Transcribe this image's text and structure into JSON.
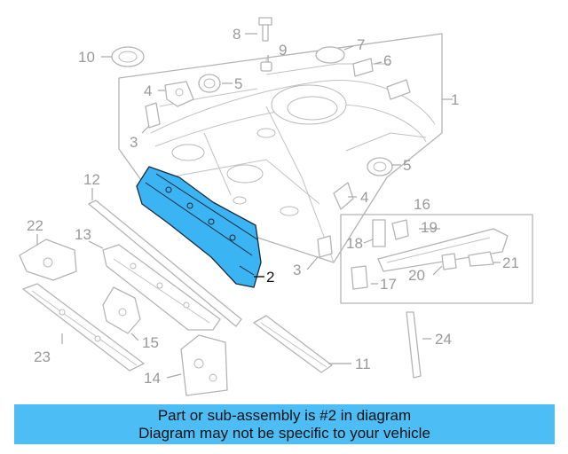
{
  "diagram": {
    "highlight_color": "#3ab4f2",
    "callouts": {
      "c1": "1",
      "c2": "2",
      "c3a": "3",
      "c3b": "3",
      "c4a": "4",
      "c4b": "4",
      "c5a": "5",
      "c5b": "5",
      "c6": "6",
      "c7": "7",
      "c8": "8",
      "c9": "9",
      "c10": "10",
      "c11": "11",
      "c12": "12",
      "c13": "13",
      "c14": "14",
      "c15": "15",
      "c16": "16",
      "c17": "17",
      "c18": "18",
      "c19": "19",
      "c20": "20",
      "c21": "21",
      "c22": "22",
      "c23": "23",
      "c24": "24"
    }
  },
  "banner": {
    "line1": "Part or sub-assembly is #2 in diagram",
    "line2": "Diagram may not be specific to your vehicle",
    "background": "#4cbdf5"
  }
}
